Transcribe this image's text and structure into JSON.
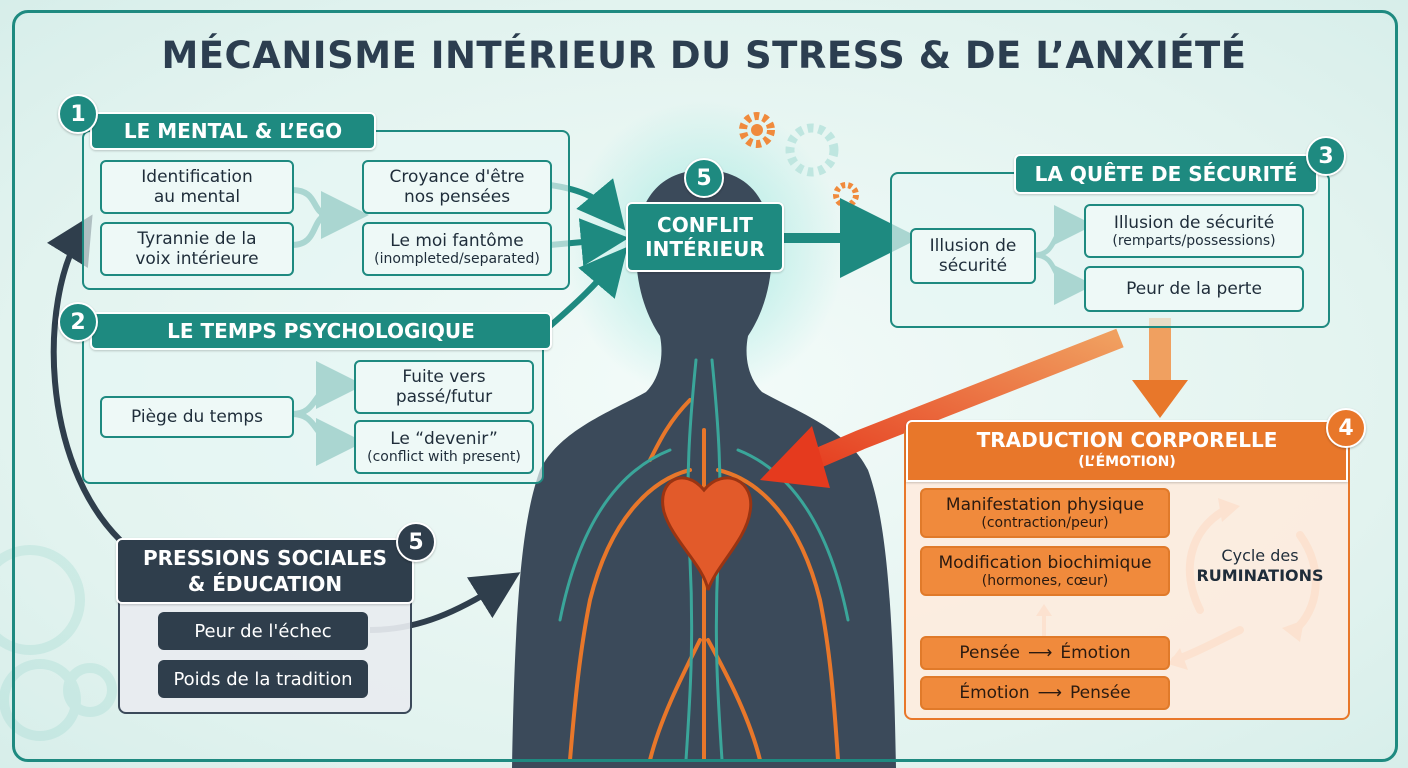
{
  "title": "MÉCANISME INTÉRIEUR DU STRESS & DE L’ANXIÉTÉ",
  "colors": {
    "teal": "#1e8a80",
    "orange": "#e8772a",
    "dark": "#2f3e4c",
    "red": "#e53a1e"
  },
  "section1": {
    "number": "1",
    "header": "LE MENTAL & L’EGO",
    "left": [
      {
        "l1": "Identification",
        "l2": "au mental"
      },
      {
        "l1": "Tyrannie de la",
        "l2": "voix intérieure"
      }
    ],
    "right": [
      {
        "l1": "Croyance d'être",
        "l2": "nos pensées"
      },
      {
        "l1": "Le moi fantôme",
        "l2": "(inompleted/separated)"
      }
    ]
  },
  "section2": {
    "number": "2",
    "header": "LE TEMPS PSYCHOLOGIQUE",
    "left": "Piège du temps",
    "right": [
      {
        "l1": "Fuite vers",
        "l2": "passé/futur"
      },
      {
        "l1": "Le “devenir”",
        "l2": "(conflict with present)"
      }
    ]
  },
  "center": {
    "number": "5",
    "l1": "CONFLIT",
    "l2": "INTÉRIEUR"
  },
  "section3": {
    "number": "3",
    "header": "LA QUÊTE DE SÉCURITÉ",
    "left": {
      "l1": "Illusion de",
      "l2": "sécurité"
    },
    "right": [
      {
        "l1": "Illusion de sécurité",
        "l2": "(remparts/possessions)"
      },
      {
        "l1": "Peur de la perte",
        "l2": ""
      }
    ]
  },
  "section4": {
    "number": "4",
    "header": "TRADUCTION CORPORELLE",
    "subheader": "(L’ÉMOTION)",
    "items": [
      {
        "l1": "Manifestation physique",
        "l2": "(contraction/peur)"
      },
      {
        "l1": "Modification biochimique",
        "l2": "(hormones, cœur)"
      }
    ],
    "loop_a": {
      "from": "Pensée",
      "to": "Émotion"
    },
    "loop_b": {
      "from": "Émotion",
      "to": "Pensée"
    },
    "cycle": {
      "l1": "Cycle des",
      "l2": "RUMINATIONS"
    }
  },
  "section5": {
    "number": "5",
    "header_l1": "PRESSIONS SOCIALES",
    "header_l2": "& ÉDUCATION",
    "items": [
      "Peur de l'échec",
      "Poids de la tradition"
    ]
  }
}
